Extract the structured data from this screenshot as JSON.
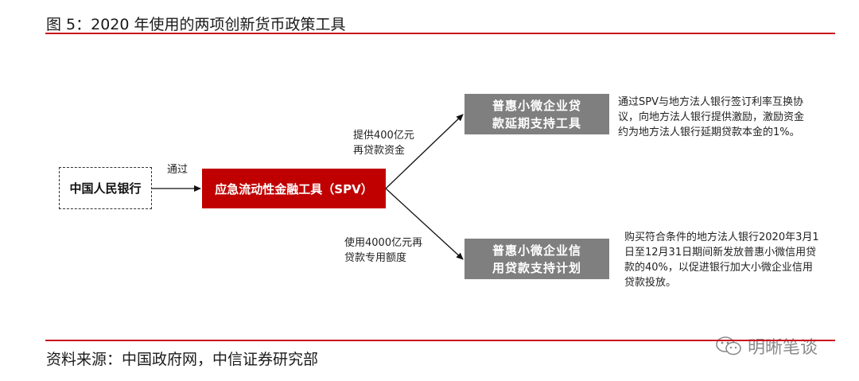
{
  "figure": {
    "title": "图 5：2020 年使用的两项创新货币政策工具",
    "source": "资料来源：中国政府网，中信证券研究部",
    "watermark": "明晰笔谈"
  },
  "nodes": {
    "pboc": "中国人民银行",
    "spv": "应急流动性金融工具（SPV）",
    "tool_1": [
      "普惠小微企业贷",
      "款延期支持工具"
    ],
    "tool_2": [
      "普惠小微企业信",
      "用贷款支持计划"
    ]
  },
  "edge_labels": {
    "via": "通过",
    "upper": [
      "提供400亿元",
      "再贷款资金"
    ],
    "lower": [
      "使用4000亿元再",
      "贷款专用额度"
    ]
  },
  "descriptions": {
    "tool_1": "通过SPV与地方法人银行签订利率互换协议，向地方法人银行提供激励，激励资金约为地方法人银行延期贷款本金的1%。",
    "tool_2": "购买符合条件的地方法人银行2020年3月1日至12月31日期间新发放普惠小微信用贷款的40%，以促进银行加大小微企业信用贷款投放。"
  },
  "colors": {
    "accent_red": "#c00000",
    "rule_red": "#c8151d",
    "tool_gray": "#7f7f7f"
  }
}
